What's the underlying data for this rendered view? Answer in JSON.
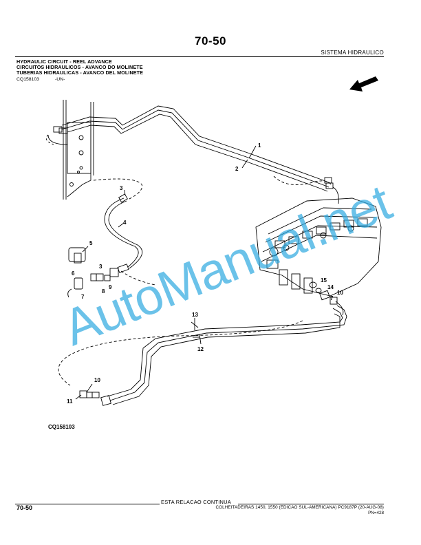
{
  "header": {
    "page_number": "70-50",
    "section": "SISTEMA HIDRAULICO"
  },
  "titles": [
    "HYDRAULIC CIRCUIT - REEL ADVANCE",
    "CIRCUITOS HIDRAULICOS - AVANCO DO MOLINETE",
    "TUBERIAS HIDRAULICAS - AVANCO DEL MOLINETE"
  ],
  "figure": {
    "ref": "CQ158103",
    "note": "-UN-",
    "caption": "CQ158103",
    "callouts": [
      "1",
      "2",
      "3",
      "4",
      "5",
      "6",
      "3",
      "8",
      "9",
      "7",
      "15",
      "14",
      "10",
      "7",
      "13",
      "12",
      "10",
      "11"
    ]
  },
  "watermark": "AutoManual.net",
  "footer": {
    "continue": "ESTA RELACAO CONTINUA",
    "page_number": "70-50",
    "publication": "COLHEITADEIRAS 1450, 1550 (EDICAO SUL-AMERICANA)   PC9187P   (20-AUG-08)",
    "pn": "PN=428"
  },
  "colors": {
    "watermark": "#32aae1",
    "ink": "#000000"
  }
}
